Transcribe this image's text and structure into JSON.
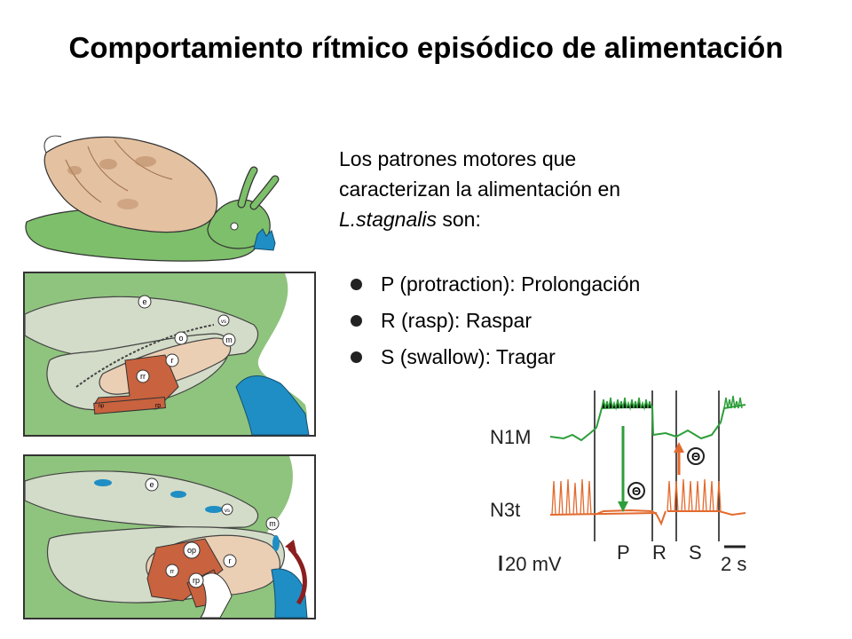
{
  "slide": {
    "title": "Comportamiento rítmico episódico de alimentación",
    "intro_line1": "Los patrones motores que",
    "intro_line2": "caracterizan la alimentación en",
    "intro_italic": "L.stagnalis",
    "intro_tail": " son:",
    "bullets": [
      "P (protraction): Prolongación",
      "R (rasp): Raspar",
      "S (swallow): Tragar"
    ]
  },
  "diagram_labels": {
    "top": [
      "e",
      "o",
      "m",
      "r",
      "rr",
      "np",
      "rp",
      "vs"
    ],
    "bottom": [
      "e",
      "m",
      "op",
      "r",
      "rr",
      "rp",
      "vs"
    ]
  },
  "recording": {
    "traces": [
      "N1M",
      "N3t"
    ],
    "phases": [
      "P",
      "R",
      "S"
    ],
    "inhibition_symbol": "Θ",
    "scale_voltage": "20 mV",
    "scale_time": "2 s"
  },
  "colors": {
    "snail_body": "#7dbf6a",
    "shell": "#e4c1a0",
    "muscle": "#c9623e",
    "food": "#1f8ec4",
    "n1m_trace": "#2d9e3a",
    "n3t_trace": "#e36a2e"
  }
}
